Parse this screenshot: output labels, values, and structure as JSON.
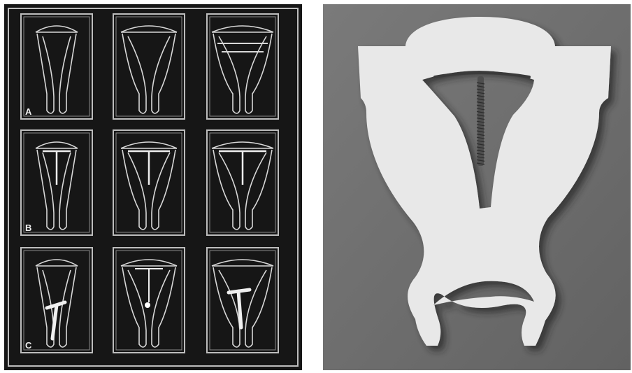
{
  "image": {
    "panels": [
      {
        "name": "diagram-grid",
        "description_colors": {
          "background": "#161616",
          "line": "#d8d8d8"
        }
      },
      {
        "name": "photo-model",
        "description_colors": {
          "background": "#6f6f6f",
          "model": "#e6e6e6",
          "device": "#555555"
        }
      }
    ],
    "row_labels": [
      "A",
      "B",
      "C"
    ],
    "grid": {
      "rows": 3,
      "cols": 3
    }
  }
}
